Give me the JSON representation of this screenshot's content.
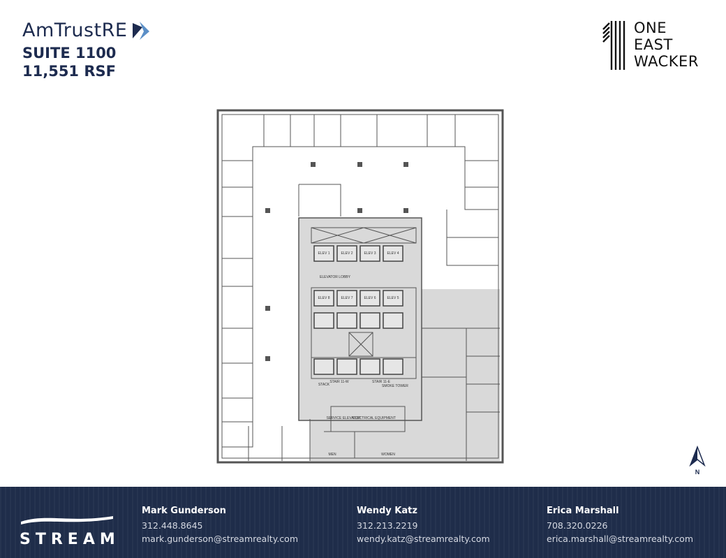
{
  "header": {
    "brand": "AmTrustRE",
    "suite": "SUITE 1100",
    "area": "11,551 RSF"
  },
  "building": {
    "lines": [
      "ONE",
      "EAST",
      "WACKER"
    ]
  },
  "plan": {
    "elevators_top": [
      "ELEV 1",
      "ELEV 2",
      "ELEV 3",
      "ELEV 4"
    ],
    "elevators_bottom": [
      "ELEV 8",
      "ELEV 7",
      "ELEV 6",
      "ELEV 5"
    ],
    "elevator_lobby": "ELEVATOR LOBBY",
    "stack": "STACK",
    "stair_w": "STAIR 11-W",
    "stair_e": "STAIR 11-E",
    "smoke_tower": "SMOKE TOWER",
    "service_elevator": "SERVICE ELEVATOR",
    "electrical": "ELECTRICAL EQUIPMENT",
    "men": "MEN",
    "women": "WOMEN",
    "colors": {
      "core": "#d9d9d9",
      "wall": "#555555"
    }
  },
  "north": "N",
  "footer": {
    "logo": "STREAM",
    "contacts": [
      {
        "name": "Mark Gunderson",
        "phone": "312.448.8645",
        "email": "mark.gunderson@streamrealty.com"
      },
      {
        "name": "Wendy Katz",
        "phone": "312.213.2219",
        "email": "wendy.katz@streamrealty.com"
      },
      {
        "name": "Erica Marshall",
        "phone": "708.320.0226",
        "email": "erica.marshall@streamrealty.com"
      }
    ],
    "bg": "#1f2d4a"
  }
}
